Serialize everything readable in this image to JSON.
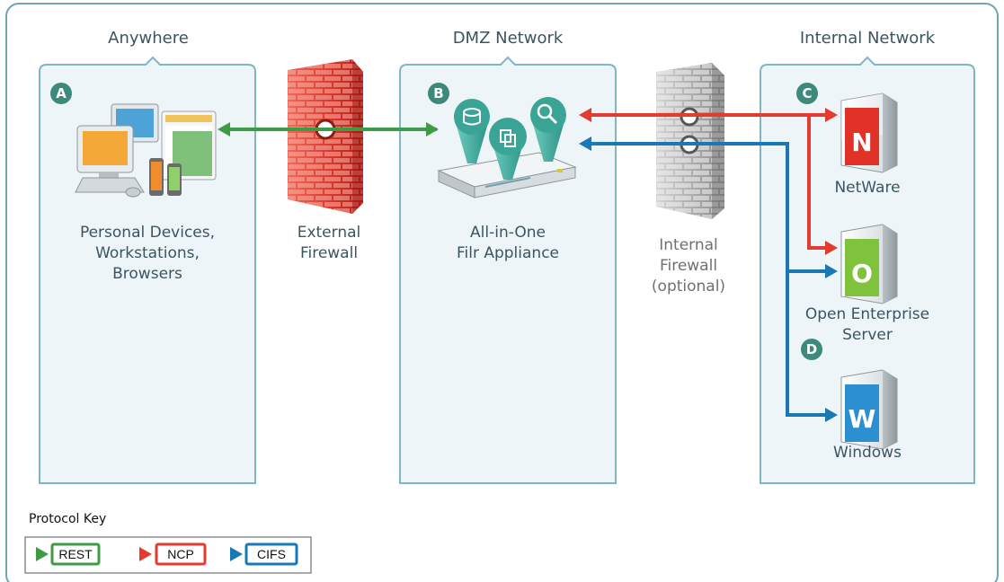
{
  "zones": {
    "anywhere": "Anywhere",
    "dmz": "DMZ Network",
    "internal": "Internal Network"
  },
  "badges": {
    "a": "A",
    "b": "B",
    "c": "C",
    "d": "D"
  },
  "nodes": {
    "devices": [
      "Personal Devices,",
      "Workstations,",
      "Browsers"
    ],
    "external_firewall": [
      "External",
      "Firewall"
    ],
    "appliance": [
      "All-in-One",
      "Filr Appliance"
    ],
    "internal_firewall": [
      "Internal",
      "Firewall",
      "(optional)"
    ],
    "netware": "NetWare",
    "oes": [
      "Open Enterprise",
      "Server"
    ],
    "windows": "Windows"
  },
  "server_letters": {
    "netware": "N",
    "oes": "O",
    "windows": "W"
  },
  "legend": {
    "title": "Protocol Key",
    "items": [
      {
        "label": "REST",
        "color": "#3f9a45"
      },
      {
        "label": "NCP",
        "color": "#e53a2f"
      },
      {
        "label": "CIFS",
        "color": "#1a78b5"
      }
    ]
  },
  "colors": {
    "rest": "#3f9a45",
    "ncp": "#e53a2f",
    "cifs": "#1a78b5",
    "badge": "#3d8a7c",
    "zone_fill": "#eef5f8",
    "zone_stroke": "#7fb6c4"
  }
}
